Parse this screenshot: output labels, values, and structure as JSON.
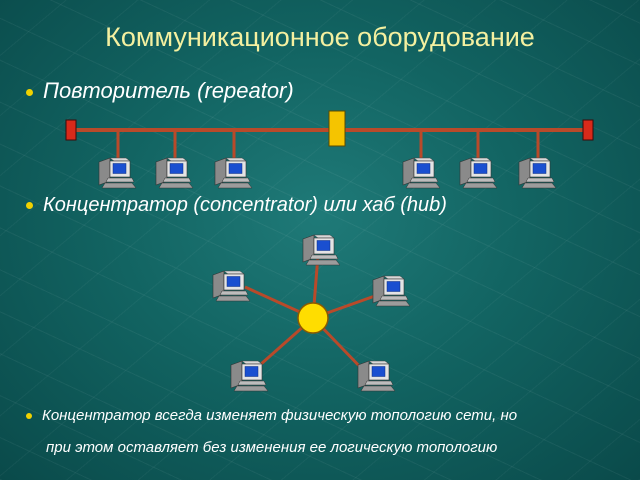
{
  "slide": {
    "title": "Коммуникационное оборудование",
    "bullets": [
      "Повторитель (repeator)",
      "Концентратор (concentrator) или хаб (hub)"
    ],
    "note_line1": "Концентратор всегда изменяет физическую топологию сети, но",
    "note_line2": "при этом оставляет без изменения ее логическую топологию"
  },
  "colors": {
    "title": "#f4f0a0",
    "bullet_dot": "#f0d200",
    "cable": "#b84a2a",
    "repeater": "#f5c400",
    "terminator": "#d82a1a",
    "hub": "#ffdd00"
  },
  "icons": {
    "computer": "computer-icon",
    "hub": "hub-node-icon",
    "repeater": "repeater-icon",
    "terminator": "terminator-icon"
  }
}
